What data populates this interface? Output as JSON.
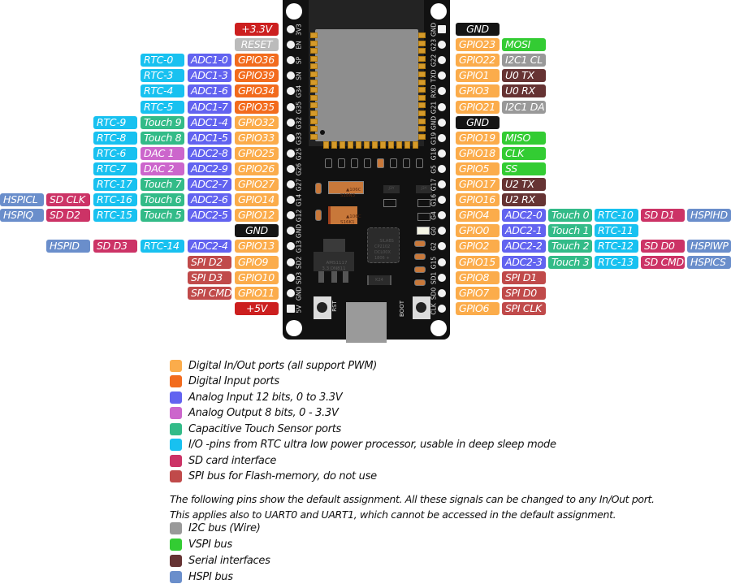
{
  "colors": {
    "digital_io": "#fbac4b",
    "digital_in": "#f26b1d",
    "analog_in": "#6263f0",
    "analog_out": "#cc66cc",
    "touch": "#33bb88",
    "rtc": "#18c1f0",
    "sd": "#cc3366",
    "spi_flash": "#c04a4a",
    "i2c": "#999999",
    "vspi": "#33cc33",
    "serial": "#663333",
    "hspi": "#6a8ecb",
    "power": "#cc1f1f",
    "gnd": "#151515",
    "reset": "#bbbbbb"
  },
  "left_pins": [
    {
      "board": "3V3",
      "tags": [
        {
          "t": "+3.3V",
          "k": "power"
        }
      ]
    },
    {
      "board": "EN",
      "tags": [
        {
          "t": "RESET",
          "k": "reset"
        }
      ]
    },
    {
      "board": "SP",
      "tags": [
        {
          "t": "GPIO36",
          "k": "digital_in"
        },
        {
          "t": "ADC1-0",
          "k": "analog_in"
        },
        {
          "t": "RTC-0",
          "k": "rtc"
        }
      ]
    },
    {
      "board": "SN",
      "tags": [
        {
          "t": "GPIO39",
          "k": "digital_in"
        },
        {
          "t": "ADC1-3",
          "k": "analog_in"
        },
        {
          "t": "RTC-3",
          "k": "rtc"
        }
      ]
    },
    {
      "board": "G34",
      "tags": [
        {
          "t": "GPIO34",
          "k": "digital_in"
        },
        {
          "t": "ADC1-6",
          "k": "analog_in"
        },
        {
          "t": "RTC-4",
          "k": "rtc"
        }
      ]
    },
    {
      "board": "G35",
      "tags": [
        {
          "t": "GPIO35",
          "k": "digital_in"
        },
        {
          "t": "ADC1-7",
          "k": "analog_in"
        },
        {
          "t": "RTC-5",
          "k": "rtc"
        }
      ]
    },
    {
      "board": "G32",
      "tags": [
        {
          "t": "GPIO32",
          "k": "digital_io"
        },
        {
          "t": "ADC1-4",
          "k": "analog_in"
        },
        {
          "t": "Touch 9",
          "k": "touch"
        },
        {
          "t": "RTC-9",
          "k": "rtc"
        }
      ]
    },
    {
      "board": "G33",
      "tags": [
        {
          "t": "GPIO33",
          "k": "digital_io"
        },
        {
          "t": "ADC1-5",
          "k": "analog_in"
        },
        {
          "t": "Touch 8",
          "k": "touch"
        },
        {
          "t": "RTC-8",
          "k": "rtc"
        }
      ]
    },
    {
      "board": "G25",
      "tags": [
        {
          "t": "GPIO25",
          "k": "digital_io"
        },
        {
          "t": "ADC2-8",
          "k": "analog_in"
        },
        {
          "t": "DAC 1",
          "k": "analog_out"
        },
        {
          "t": "RTC-6",
          "k": "rtc"
        }
      ]
    },
    {
      "board": "G26",
      "tags": [
        {
          "t": "GPIO26",
          "k": "digital_io"
        },
        {
          "t": "ADC2-9",
          "k": "analog_in"
        },
        {
          "t": "DAC 2",
          "k": "analog_out"
        },
        {
          "t": "RTC-7",
          "k": "rtc"
        }
      ]
    },
    {
      "board": "G27",
      "tags": [
        {
          "t": "GPIO27",
          "k": "digital_io"
        },
        {
          "t": "ADC2-7",
          "k": "analog_in"
        },
        {
          "t": "Touch 7",
          "k": "touch"
        },
        {
          "t": "RTC-17",
          "k": "rtc"
        }
      ]
    },
    {
      "board": "G14",
      "tags": [
        {
          "t": "GPIO14",
          "k": "digital_io"
        },
        {
          "t": "ADC2-6",
          "k": "analog_in"
        },
        {
          "t": "Touch 6",
          "k": "touch"
        },
        {
          "t": "RTC-16",
          "k": "rtc"
        },
        {
          "t": "SD CLK",
          "k": "sd"
        },
        {
          "t": "HSPICL",
          "k": "hspi"
        }
      ]
    },
    {
      "board": "G12",
      "tags": [
        {
          "t": "GPIO12",
          "k": "digital_io"
        },
        {
          "t": "ADC2-5",
          "k": "analog_in"
        },
        {
          "t": "Touch 5",
          "k": "touch"
        },
        {
          "t": "RTC-15",
          "k": "rtc"
        },
        {
          "t": "SD D2",
          "k": "sd"
        },
        {
          "t": "HSPIQ",
          "k": "hspi"
        }
      ]
    },
    {
      "board": "GND",
      "tags": [
        {
          "t": "GND",
          "k": "gnd"
        }
      ]
    },
    {
      "board": "G13",
      "tags": [
        {
          "t": "GPIO13",
          "k": "digital_io"
        },
        {
          "t": "ADC2-4",
          "k": "analog_in"
        },
        {
          "t": "RTC-14",
          "k": "rtc"
        },
        {
          "t": "SD D3",
          "k": "sd"
        },
        {
          "t": "HSPID",
          "k": "hspi"
        }
      ]
    },
    {
      "board": "SD2",
      "tags": [
        {
          "t": "GPIO9",
          "k": "digital_io"
        },
        {
          "t": "SPI D2",
          "k": "spi_flash"
        }
      ]
    },
    {
      "board": "SD3",
      "tags": [
        {
          "t": "GPIO10",
          "k": "digital_io"
        },
        {
          "t": "SPI D3",
          "k": "spi_flash"
        }
      ]
    },
    {
      "board": "GND",
      "tags": [
        {
          "t": "GPIO11",
          "k": "digital_io"
        },
        {
          "t": "SPI CMD",
          "k": "spi_flash"
        }
      ]
    },
    {
      "board": "5V",
      "tags": [
        {
          "t": "+5V",
          "k": "power"
        }
      ]
    }
  ],
  "right_pins": [
    {
      "board": "GND",
      "tags": [
        {
          "t": "GND",
          "k": "gnd"
        }
      ]
    },
    {
      "board": "G23",
      "tags": [
        {
          "t": "GPIO23",
          "k": "digital_io"
        },
        {
          "t": "MOSI",
          "k": "vspi"
        }
      ]
    },
    {
      "board": "G22",
      "tags": [
        {
          "t": "GPIO22",
          "k": "digital_io"
        },
        {
          "t": "I2C1 CL",
          "k": "i2c"
        }
      ]
    },
    {
      "board": "TXD",
      "tags": [
        {
          "t": "GPIO1",
          "k": "digital_io"
        },
        {
          "t": "U0 TX",
          "k": "serial"
        }
      ]
    },
    {
      "board": "RXD",
      "tags": [
        {
          "t": "GPIO3",
          "k": "digital_io"
        },
        {
          "t": "U0 RX",
          "k": "serial"
        }
      ]
    },
    {
      "board": "G21",
      "tags": [
        {
          "t": "GPIO21",
          "k": "digital_io"
        },
        {
          "t": "I2C1 DA",
          "k": "i2c"
        }
      ]
    },
    {
      "board": "GND",
      "tags": [
        {
          "t": "GND",
          "k": "gnd"
        }
      ]
    },
    {
      "board": "G19",
      "tags": [
        {
          "t": "GPIO19",
          "k": "digital_io"
        },
        {
          "t": "MISO",
          "k": "vspi"
        }
      ]
    },
    {
      "board": "G18",
      "tags": [
        {
          "t": "GPIO18",
          "k": "digital_io"
        },
        {
          "t": "CLK",
          "k": "vspi"
        }
      ]
    },
    {
      "board": "G5",
      "tags": [
        {
          "t": "GPIO5",
          "k": "digital_io"
        },
        {
          "t": "SS",
          "k": "vspi"
        }
      ]
    },
    {
      "board": "G17",
      "tags": [
        {
          "t": "GPIO17",
          "k": "digital_io"
        },
        {
          "t": "U2 TX",
          "k": "serial"
        }
      ]
    },
    {
      "board": "G16",
      "tags": [
        {
          "t": "GPIO16",
          "k": "digital_io"
        },
        {
          "t": "U2 RX",
          "k": "serial"
        }
      ]
    },
    {
      "board": "G4",
      "tags": [
        {
          "t": "GPIO4",
          "k": "digital_io"
        },
        {
          "t": "ADC2-0",
          "k": "analog_in"
        },
        {
          "t": "Touch 0",
          "k": "touch"
        },
        {
          "t": "RTC-10",
          "k": "rtc"
        },
        {
          "t": "SD D1",
          "k": "sd"
        },
        {
          "t": "HSPIHD",
          "k": "hspi"
        }
      ]
    },
    {
      "board": "G0",
      "tags": [
        {
          "t": "GPIO0",
          "k": "digital_io"
        },
        {
          "t": "ADC2-1",
          "k": "analog_in"
        },
        {
          "t": "Touch 1",
          "k": "touch"
        },
        {
          "t": "RTC-11",
          "k": "rtc"
        }
      ]
    },
    {
      "board": "G2",
      "tags": [
        {
          "t": "GPIO2",
          "k": "digital_io"
        },
        {
          "t": "ADC2-2",
          "k": "analog_in"
        },
        {
          "t": "Touch 2",
          "k": "touch"
        },
        {
          "t": "RTC-12",
          "k": "rtc"
        },
        {
          "t": "SD D0",
          "k": "sd"
        },
        {
          "t": "HSPIWP",
          "k": "hspi"
        }
      ]
    },
    {
      "board": "G15",
      "tags": [
        {
          "t": "GPIO15",
          "k": "digital_io"
        },
        {
          "t": "ADC2-3",
          "k": "analog_in"
        },
        {
          "t": "Touch 3",
          "k": "touch"
        },
        {
          "t": "RTC-13",
          "k": "rtc"
        },
        {
          "t": "SD CMD",
          "k": "sd"
        },
        {
          "t": "HSPICS",
          "k": "hspi"
        }
      ]
    },
    {
      "board": "SD1",
      "tags": [
        {
          "t": "GPIO8",
          "k": "digital_io"
        },
        {
          "t": "SPI D1",
          "k": "spi_flash"
        }
      ]
    },
    {
      "board": "SD0",
      "tags": [
        {
          "t": "GPIO7",
          "k": "digital_io"
        },
        {
          "t": "SPI D0",
          "k": "spi_flash"
        }
      ]
    },
    {
      "board": "CLK",
      "tags": [
        {
          "t": "GPIO6",
          "k": "digital_io"
        },
        {
          "t": "SPI CLK",
          "k": "spi_flash"
        }
      ]
    }
  ],
  "board": {
    "cap1": "▲106C\nS18N3",
    "cap2": "▲106C\nS16K1",
    "regulator": "AMS1117\n3.3 DN811",
    "usb_chip": "SILABS\nCP2102\nDCL00X\n1806 +",
    "diode": "K24",
    "transistor": "J3Y",
    "rst_label": "RST",
    "boot_label": "BOOT"
  },
  "legend": {
    "items": [
      {
        "k": "digital_io",
        "label": "Digital In/Out ports (all support PWM)"
      },
      {
        "k": "digital_in",
        "label": "Digital Input ports"
      },
      {
        "k": "analog_in",
        "label": "Analog Input 12 bits, 0 to 3.3V"
      },
      {
        "k": "analog_out",
        "label": "Analog Output 8 bits, 0 - 3.3V"
      },
      {
        "k": "touch",
        "label": "Capacitive Touch Sensor ports"
      },
      {
        "k": "rtc",
        "label": "I/O -pins from RTC ultra low power processor, usable in deep sleep mode"
      },
      {
        "k": "sd",
        "label": "SD card interface"
      },
      {
        "k": "spi_flash",
        "label": "SPI bus for Flash-memory, do not use"
      }
    ],
    "note_line1": "The following pins show the default assignment. All these signals can be changed to any In/Out port.",
    "note_line2": "This applies also to UART0 and UART1, which cannot be accessed in the default assignment.",
    "items2": [
      {
        "k": "i2c",
        "label": "I2C bus (Wire)"
      },
      {
        "k": "vspi",
        "label": "VSPI bus"
      },
      {
        "k": "serial",
        "label": "Serial interfaces"
      },
      {
        "k": "hspi",
        "label": "HSPI bus"
      }
    ]
  }
}
